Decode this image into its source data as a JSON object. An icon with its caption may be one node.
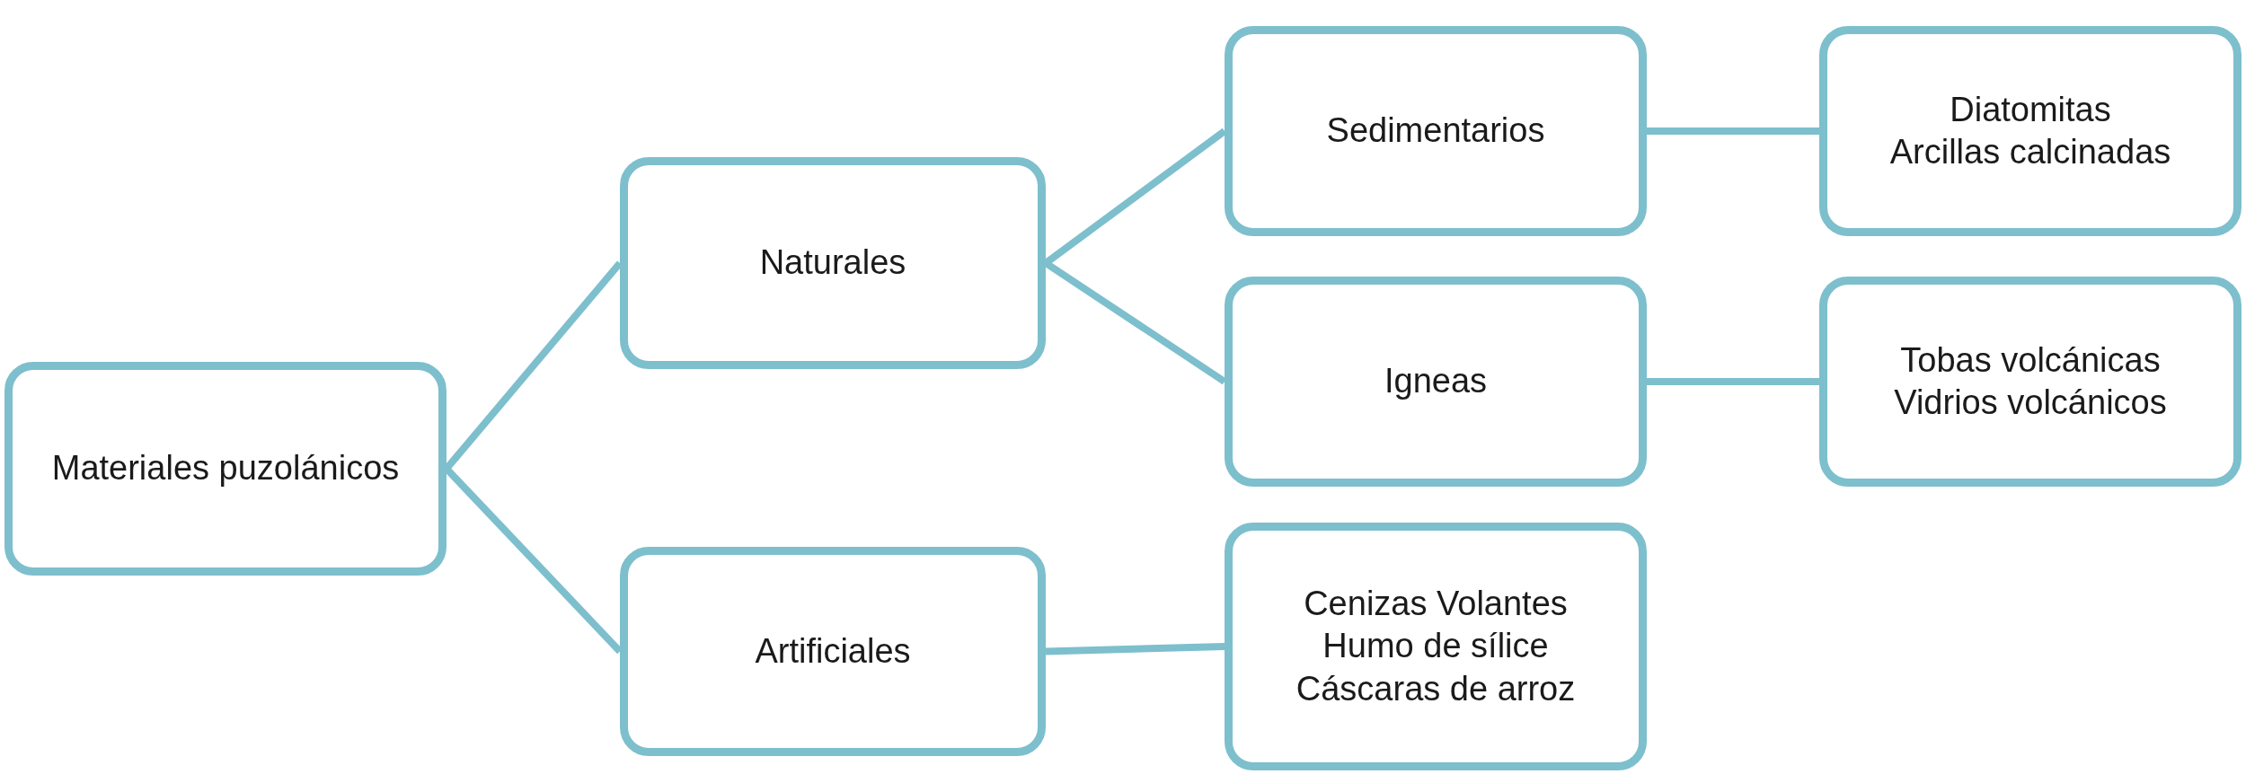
{
  "diagram": {
    "nodes": [
      {
        "text": [
          "Materiales puzolánicos"
        ]
      },
      {
        "text": [
          "Naturales"
        ]
      },
      {
        "text": [
          "Artificiales"
        ]
      },
      {
        "text": [
          "Sedimentarios"
        ]
      },
      {
        "text": [
          "Igneas"
        ]
      },
      {
        "text": [
          "Cenizas Volantes",
          "Humo de sílice",
          "Cáscaras de arroz"
        ]
      },
      {
        "text": [
          "Diatomitas",
          "Arcillas calcinadas"
        ]
      },
      {
        "text": [
          "Tobas volcánicas",
          "Vidrios volcánicos"
        ]
      }
    ],
    "edges": [
      {
        "from": 0,
        "to": 1,
        "arrow": "none"
      },
      {
        "from": 0,
        "to": 2,
        "arrow": "none"
      },
      {
        "from": 1,
        "to": 3,
        "arrow": "none"
      },
      {
        "from": 1,
        "to": 4,
        "arrow": "none"
      },
      {
        "from": 2,
        "to": 5,
        "arrow": "none"
      },
      {
        "from": 3,
        "to": 6,
        "arrow": "none"
      },
      {
        "from": 4,
        "to": 7,
        "arrow": "none"
      }
    ]
  }
}
